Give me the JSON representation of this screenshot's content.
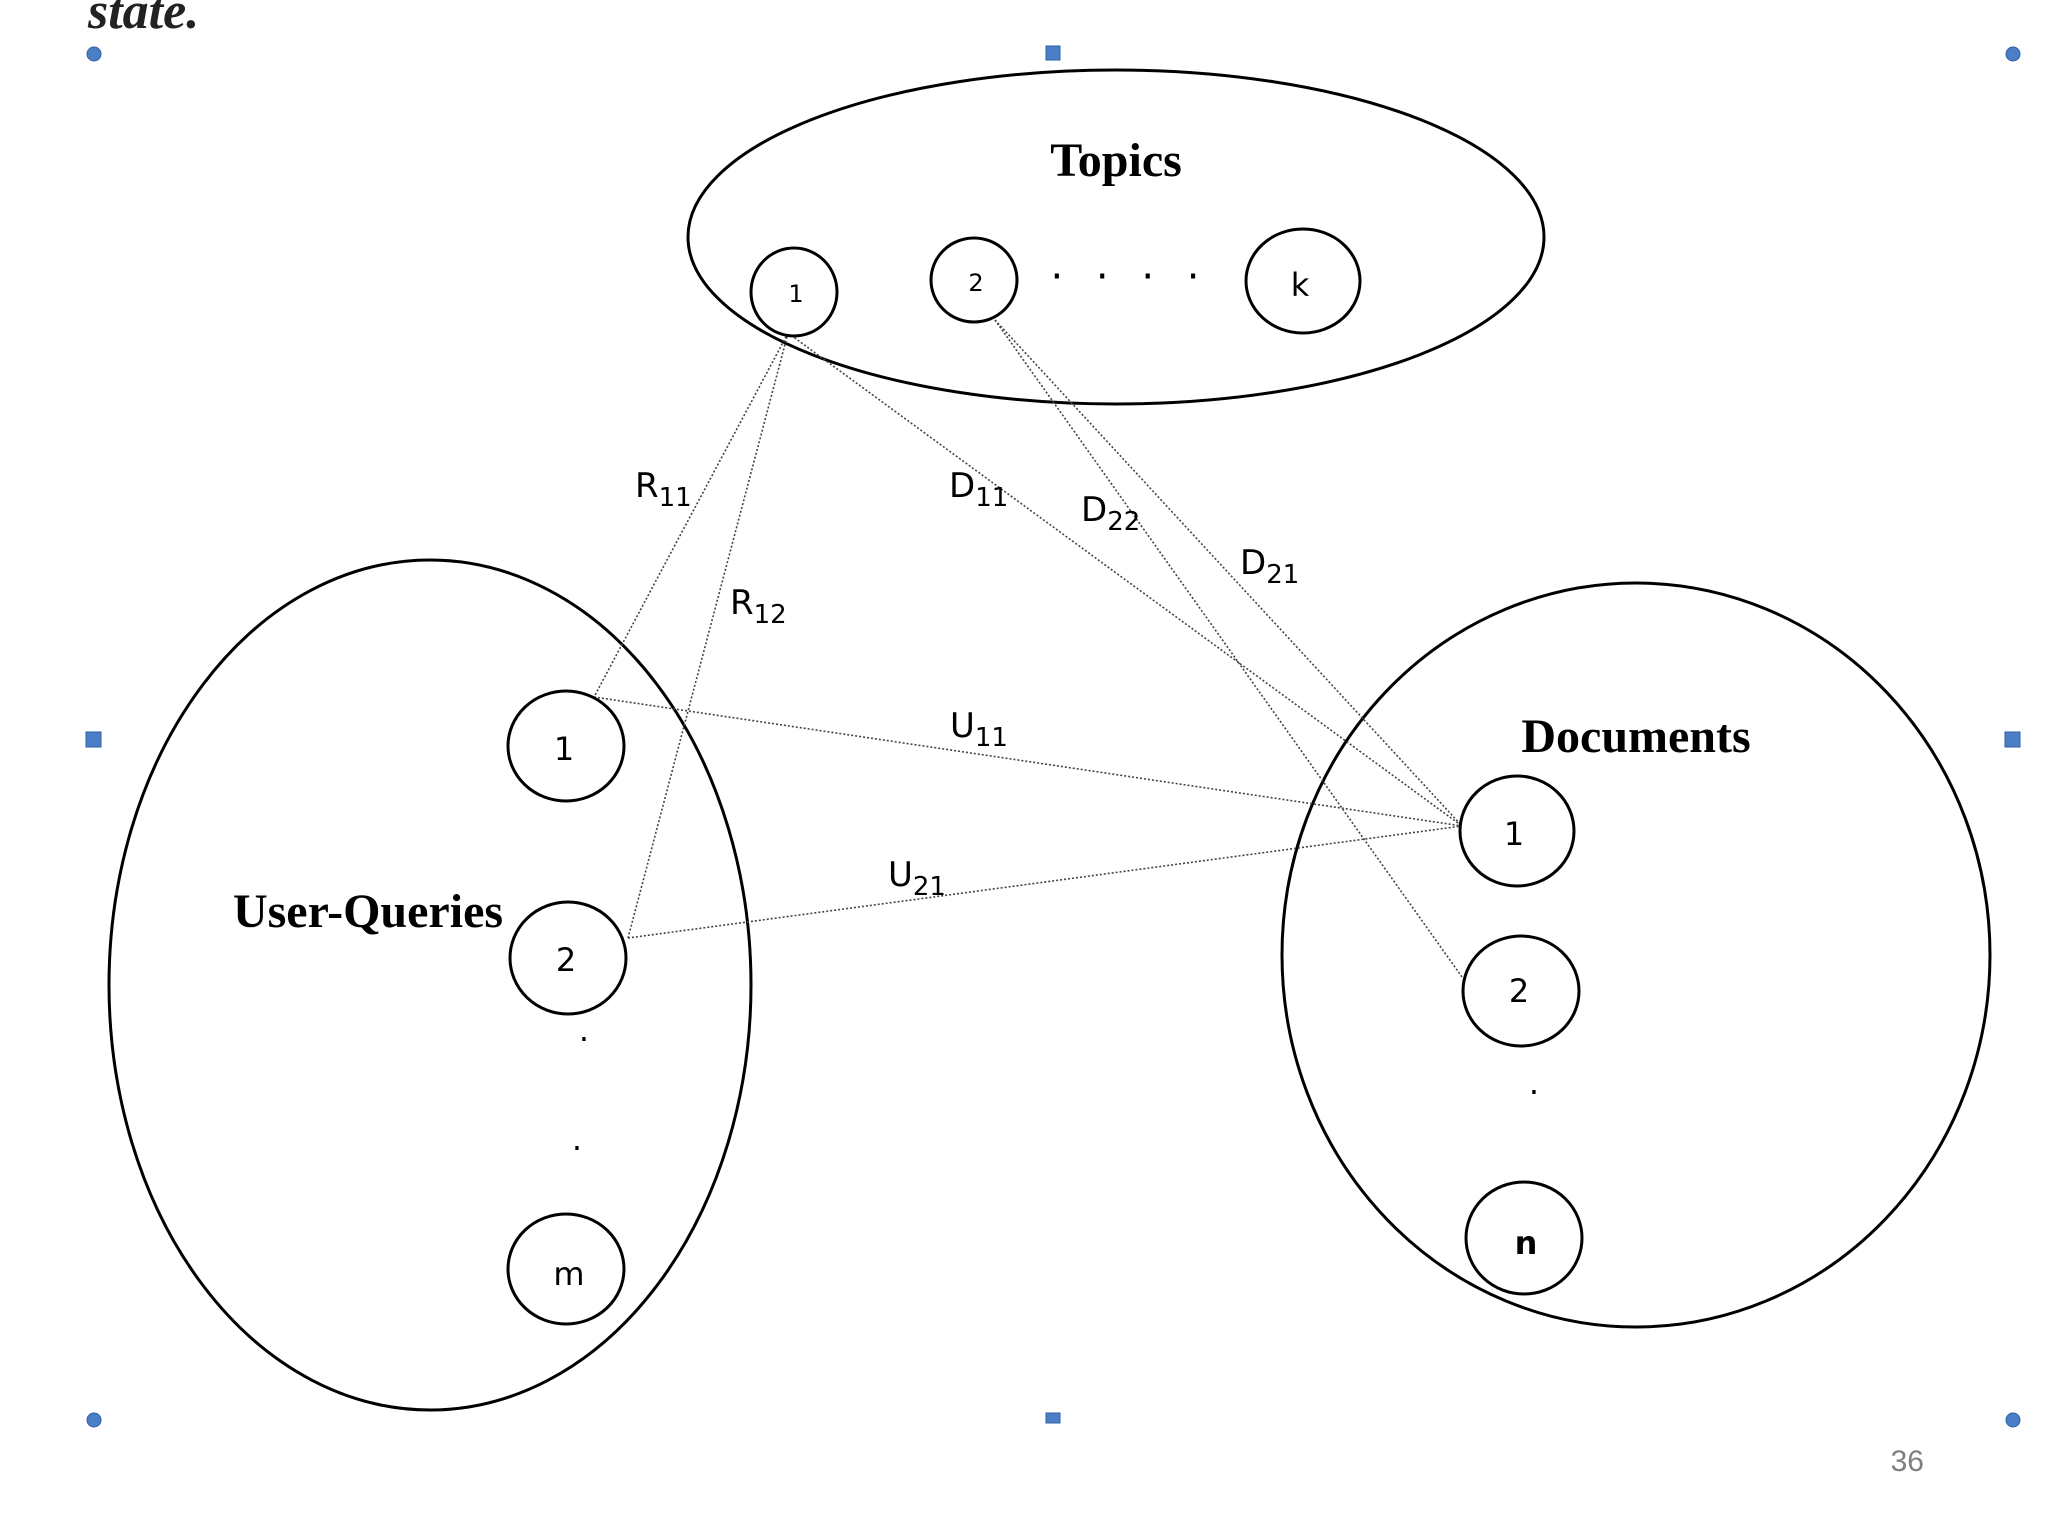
{
  "slide": {
    "cut_off_title": "state.",
    "page_number": "36"
  },
  "diagram": {
    "topics": {
      "title": "Topics",
      "nodes": [
        "1",
        "2",
        "k"
      ],
      "ellipsis": "· · · ·"
    },
    "user_queries": {
      "title": "User-Queries",
      "nodes": [
        "1",
        "2",
        "m"
      ],
      "dots": [
        "·",
        "·"
      ]
    },
    "documents": {
      "title": "Documents",
      "nodes": [
        "1",
        "2",
        "n"
      ],
      "dots": [
        "·"
      ]
    },
    "edges": [
      {
        "label": "R",
        "sub": "11",
        "from": "topic-1",
        "to": "query-1"
      },
      {
        "label": "R",
        "sub": "12",
        "from": "topic-1",
        "to": "query-2"
      },
      {
        "label": "D",
        "sub": "11",
        "from": "topic-1",
        "to": "document-1"
      },
      {
        "label": "D",
        "sub": "22",
        "from": "topic-2",
        "to": "document-2"
      },
      {
        "label": "D",
        "sub": "21",
        "from": "topic-2",
        "to": "document-1"
      },
      {
        "label": "U",
        "sub": "11",
        "from": "query-1",
        "to": "document-1"
      },
      {
        "label": "U",
        "sub": "21",
        "from": "query-2",
        "to": "document-1"
      }
    ]
  }
}
